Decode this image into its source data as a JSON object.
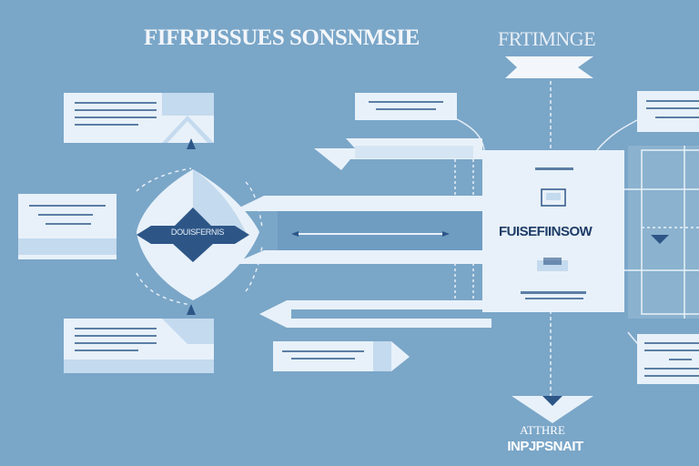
{
  "diagram": {
    "title": "FIFRPISSUES SONSNMSIE",
    "title_right": "FRTIMNGE",
    "center_label": "FUISEFIINSOW",
    "hub_label": "DOUISFERNIS",
    "footer_line1": "ATTHRE",
    "footer_line2": "INPJPSNAIT"
  },
  "colors": {
    "background": "#7aa6c8",
    "panel": "#e8f1f9",
    "dark_blue": "#2d5687",
    "light_blue": "#c4daee"
  }
}
